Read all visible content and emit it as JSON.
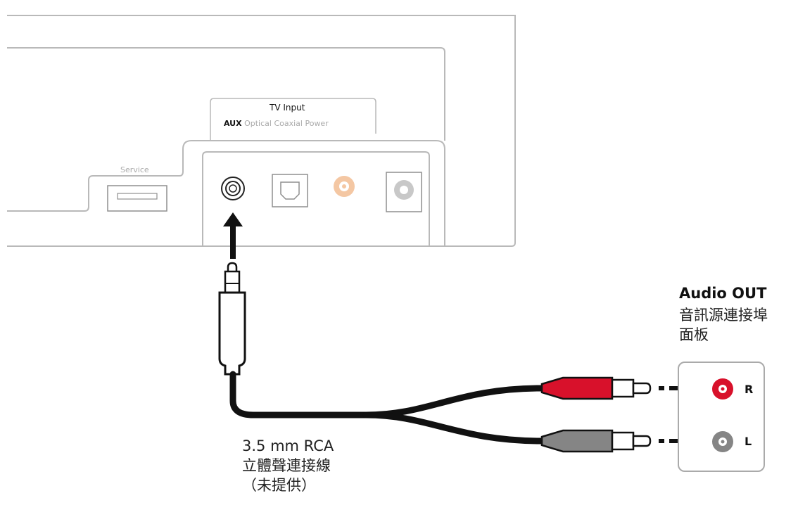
{
  "soundbar_panel": {
    "tv_input_label": "TV Input",
    "input_labels": {
      "aux": "AUX",
      "optical": "Optical",
      "coaxial": "Coaxial",
      "power": "Power"
    },
    "service_label": "Service"
  },
  "audio_source": {
    "title": "Audio OUT",
    "subtitle_lines": [
      "音訊源連接埠",
      "面板"
    ],
    "right_label": "R",
    "left_label": "L"
  },
  "cable": {
    "label_lines": [
      "3.5 mm RCA",
      "立體聲連接線",
      "（未提供）"
    ]
  },
  "colors": {
    "line": "#b9b9b9",
    "cable": "#111111",
    "red_plug": "#d8112b",
    "gray_plug": "#858585",
    "coaxial_port": "#f4c7a3",
    "power_port": "#c8c8c8"
  }
}
